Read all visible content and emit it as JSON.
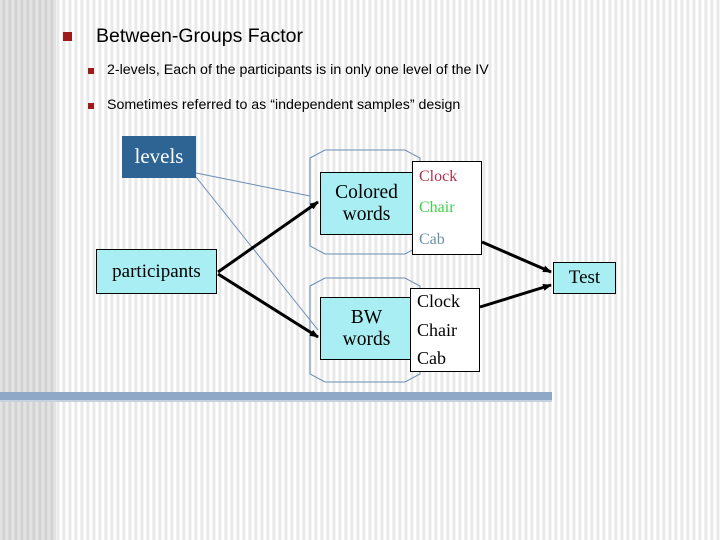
{
  "slide": {
    "title": "Between-Groups Factor",
    "bullet_color": "#9e1b1b",
    "sub_bullets": [
      "2-levels, Each of the participants is in only one level of the IV",
      "Sometimes referred to as “independent samples” design"
    ]
  },
  "diagram": {
    "nodes": {
      "levels": {
        "label": "levels",
        "fill": "#2e6494",
        "text_color": "#ffffff"
      },
      "participants": {
        "label": "participants",
        "fill": "#a8eef2",
        "text_color": "#000000"
      },
      "colored_words": {
        "label": "Colored words",
        "line1": "Colored",
        "line2": "words",
        "fill": "#a8eef2"
      },
      "bw_words": {
        "label": "BW words",
        "line1": "BW",
        "line2": "words",
        "fill": "#a8eef2"
      },
      "test": {
        "label": "Test",
        "fill": "#a8eef2"
      }
    },
    "word_lists": {
      "colored": {
        "items": [
          {
            "text": "Clock",
            "color": "#b2314b"
          },
          {
            "text": "Chair",
            "color": "#3ed24a"
          },
          {
            "text": "Cab",
            "color": "#6c8fa8"
          }
        ]
      },
      "bw": {
        "items": [
          {
            "text": "Clock",
            "color": "#000000"
          },
          {
            "text": "Chair",
            "color": "#000000"
          },
          {
            "text": "Cab",
            "color": "#000000"
          }
        ]
      }
    },
    "connector_color": "#6a8db5",
    "arrow_color": "#000000"
  },
  "divider": {
    "color": "#8fa8c8"
  }
}
